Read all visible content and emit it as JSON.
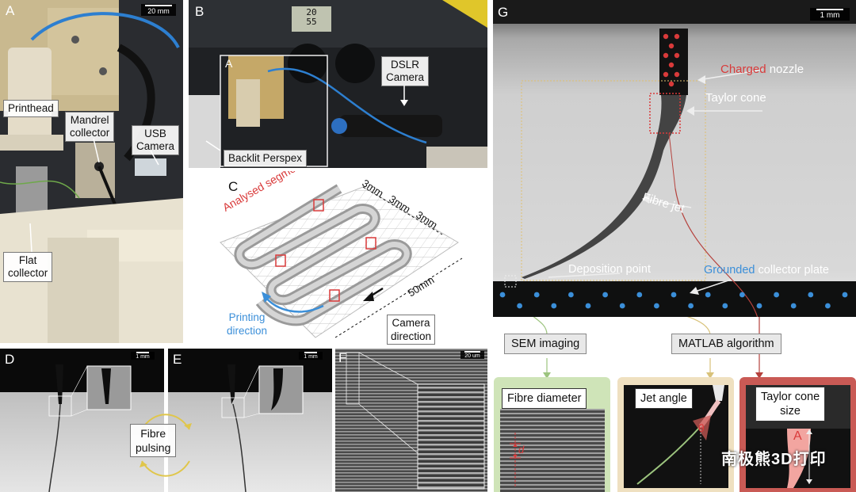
{
  "panelA": {
    "letter": "A",
    "scale": "20 mm",
    "labels": {
      "printhead": "Printhead",
      "mandrel1": "Mandrel",
      "mandrel2": "collector",
      "usb1": "USB",
      "usb2": "Camera",
      "flat1": "Flat",
      "flat2": "collector"
    }
  },
  "panelB": {
    "letter": "B",
    "inset_letter": "A",
    "dslr1": "DSLR",
    "dslr2": "Camera",
    "backlit": "Backlit Perspex",
    "clock1": "20",
    "clock2": "55"
  },
  "panelC": {
    "letter": "C",
    "analysed": "Analysed segments",
    "dim1": "3mm",
    "dim2": "3mm",
    "dim3": "3mm",
    "length": "50mm",
    "printing1": "Printing",
    "printing2": "direction",
    "camera1": "Camera",
    "camera2": "direction"
  },
  "panelD": {
    "letter": "D",
    "scale": "1 mm"
  },
  "panelE": {
    "letter": "E",
    "scale": "1 mm"
  },
  "panelF": {
    "letter": "F",
    "scale": "20 um"
  },
  "pulsing": {
    "line1": "Fibre",
    "line2": "pulsing"
  },
  "panelG": {
    "letter": "G",
    "scale": "1 mm",
    "charged_word": "Charged",
    "nozzle_word": " nozzle",
    "taylor": "Taylor cone",
    "fibre_jet": "Fibre jet",
    "deposition": "Deposition point",
    "grounded_word": "Grounded",
    "collector_word": " collector plate"
  },
  "methods": {
    "sem": "SEM imaging",
    "matlab": "MATLAB algorithm"
  },
  "results": {
    "fibre_diameter": "Fibre diameter",
    "d_symbol": "d",
    "jet_angle": "Jet angle",
    "theta": "θ",
    "taylor1": "Taylor cone",
    "taylor2": "size",
    "a_symbol": "A"
  },
  "watermark": "南极熊3D打印",
  "colors": {
    "red": "#d93a3a",
    "blue": "#3b8fd9",
    "green_panel": "#cfe4b8",
    "tan_panel": "#efe0c0",
    "red_panel": "#c95a55",
    "green_arrow": "#9cc47e",
    "tan_arrow": "#d8c27a",
    "red_arrow": "#b5413c"
  }
}
